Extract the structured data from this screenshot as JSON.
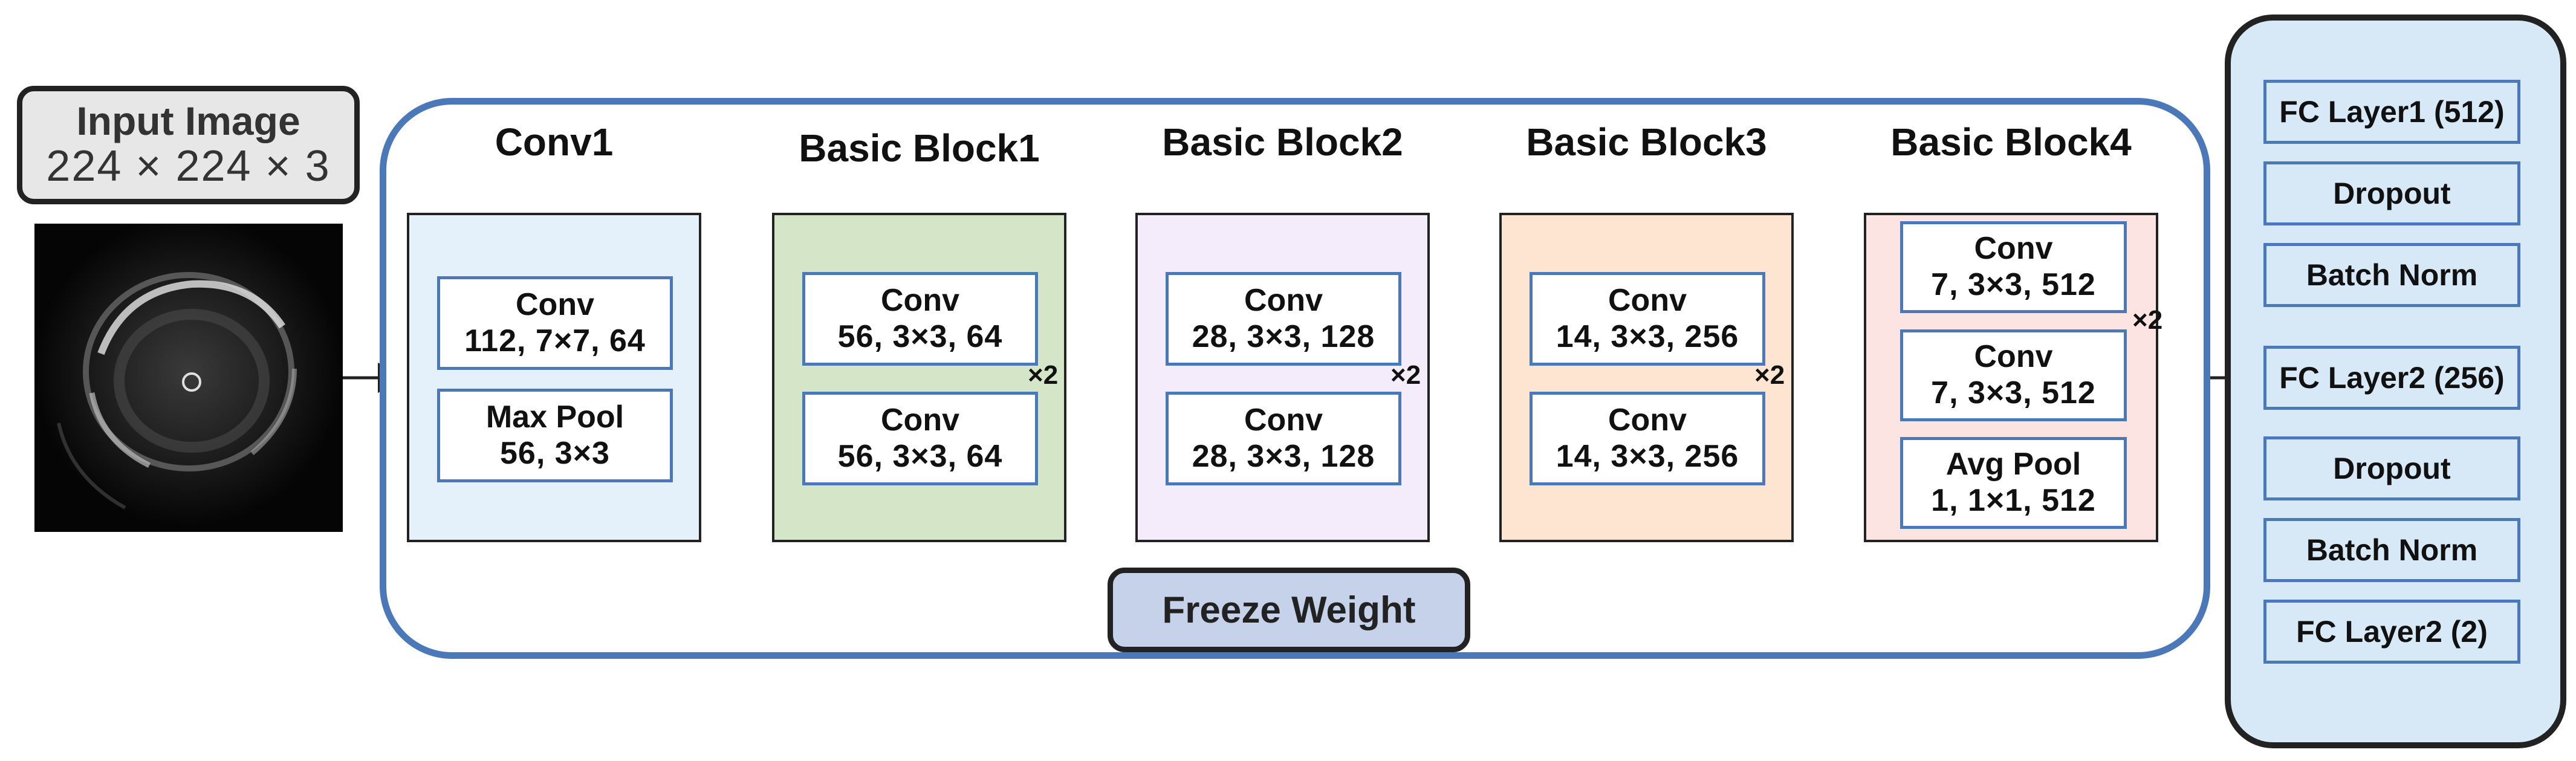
{
  "input": {
    "title": "Input Image",
    "size": "224 × 224 × 3"
  },
  "backbone": {
    "freeze_label": "Freeze Weight",
    "stages": [
      {
        "title": "Conv1",
        "blocks": [
          {
            "name": "Conv",
            "params": "112, 7×7, 64"
          },
          {
            "name": "Max Pool",
            "params": "56, 3×3"
          }
        ],
        "repeat": ""
      },
      {
        "title": "Basic Block1",
        "blocks": [
          {
            "name": "Conv",
            "params": "56, 3×3, 64"
          },
          {
            "name": "Conv",
            "params": "56, 3×3, 64"
          }
        ],
        "repeat": "×2"
      },
      {
        "title": "Basic Block2",
        "blocks": [
          {
            "name": "Conv",
            "params": "28, 3×3, 128"
          },
          {
            "name": "Conv",
            "params": "28, 3×3, 128"
          }
        ],
        "repeat": "×2"
      },
      {
        "title": "Basic Block3",
        "blocks": [
          {
            "name": "Conv",
            "params": "14, 3×3, 256"
          },
          {
            "name": "Conv",
            "params": "14, 3×3, 256"
          }
        ],
        "repeat": "×2"
      },
      {
        "title": "Basic Block4",
        "blocks": [
          {
            "name": "Conv",
            "params": "7, 3×3, 512"
          },
          {
            "name": "Conv",
            "params": "7, 3×3, 512"
          },
          {
            "name": "Avg Pool",
            "params": "1, 1×1, 512"
          }
        ],
        "repeat": "×2"
      }
    ]
  },
  "head": {
    "layers": [
      "FC Layer1 (512)",
      "Dropout",
      "Batch Norm",
      "FC Layer2 (256)",
      "Dropout",
      "Batch Norm",
      "FC Layer2 (2)"
    ]
  },
  "colors": {
    "accent_blue": "#4a78b8",
    "conv1_fill": "#e4f1fb",
    "bb1_fill": "#d5e5c7",
    "bb2_fill": "#f4ecfb",
    "bb3_fill": "#fde5d1",
    "bb4_fill": "#fbe4e1",
    "head_fill": "#d7e8f6",
    "freeze_fill": "#c5d2ea"
  }
}
